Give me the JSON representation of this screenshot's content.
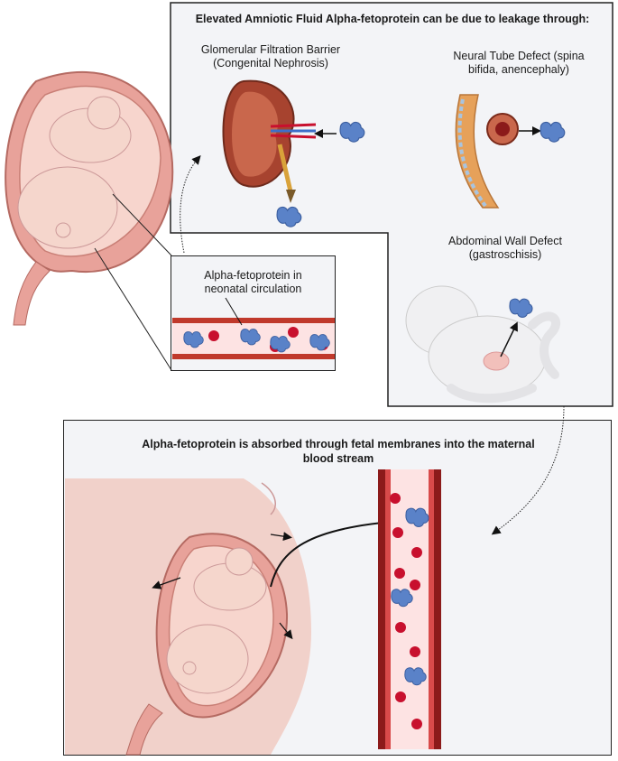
{
  "top_panel": {
    "title": "Elevated Amniotic Fluid Alpha-fetoprotein can be due to leakage through:",
    "labels": {
      "glomerular": [
        "Glomerular Filtration Barrier",
        "(Congenital Nephrosis)"
      ],
      "neural": [
        "Neural Tube Defect (spina",
        "bifida, anencephaly)"
      ],
      "abdominal": [
        "Abdominal Wall Defect",
        "(gastroschisis)"
      ]
    }
  },
  "neonatal_box": {
    "label": [
      "Alpha-fetoprotein in",
      "neonatal circulation"
    ]
  },
  "bottom_panel": {
    "title": [
      "Alpha-fetoprotein is absorbed through fetal membranes into the maternal",
      "blood stream"
    ]
  },
  "colors": {
    "panel_bg": "#f3f4f7",
    "afp_blue": "#5a82c8",
    "rbc_red": "#c8102e",
    "uterus": "#e8a29a",
    "vessel": "#8b1a1a"
  }
}
